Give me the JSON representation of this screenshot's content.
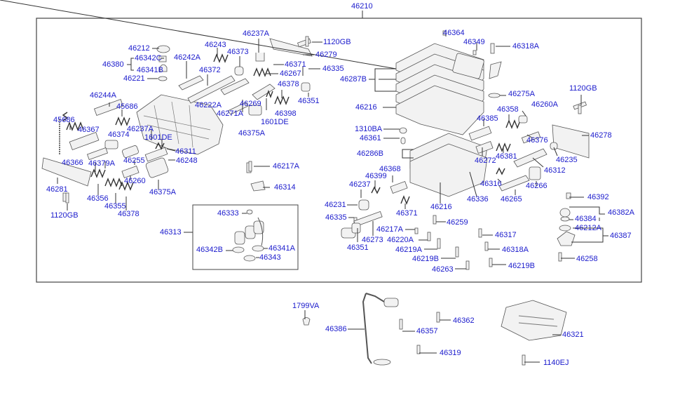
{
  "diagram": {
    "title": "Transmission valve body exploded parts diagram",
    "assembly_label": "46210",
    "colors": {
      "label": "#1a1acc",
      "line": "#333333",
      "frame": "#444444"
    },
    "labels": [
      {
        "id": "46212",
        "text": "46212"
      },
      {
        "id": "46342C",
        "text": "46342C"
      },
      {
        "id": "46380",
        "text": "46380"
      },
      {
        "id": "46341B",
        "text": "46341B"
      },
      {
        "id": "46221",
        "text": "46221"
      },
      {
        "id": "46242A",
        "text": "46242A"
      },
      {
        "id": "46243",
        "text": "46243"
      },
      {
        "id": "46373",
        "text": "46373"
      },
      {
        "id": "46237A-top",
        "text": "46237A"
      },
      {
        "id": "1120GB-top",
        "text": "1120GB"
      },
      {
        "id": "46279",
        "text": "46279"
      },
      {
        "id": "46372",
        "text": "46372"
      },
      {
        "id": "46371-top",
        "text": "46371"
      },
      {
        "id": "46335-top",
        "text": "46335"
      },
      {
        "id": "46267",
        "text": "46267"
      },
      {
        "id": "46378-top",
        "text": "46378"
      },
      {
        "id": "46351-top",
        "text": "46351"
      },
      {
        "id": "46222A",
        "text": "46222A"
      },
      {
        "id": "46269",
        "text": "46269"
      },
      {
        "id": "46271A",
        "text": "46271A"
      },
      {
        "id": "46398",
        "text": "46398"
      },
      {
        "id": "1601DE-top",
        "text": "1601DE"
      },
      {
        "id": "46375A-top",
        "text": "46375A"
      },
      {
        "id": "46244A",
        "text": "46244A"
      },
      {
        "id": "45686-a",
        "text": "45686"
      },
      {
        "id": "45686-b",
        "text": "45686"
      },
      {
        "id": "46367",
        "text": "46367"
      },
      {
        "id": "46374",
        "text": "46374"
      },
      {
        "id": "46237A-left",
        "text": "46237A"
      },
      {
        "id": "1601DE-left",
        "text": "1601DE"
      },
      {
        "id": "46311",
        "text": "46311"
      },
      {
        "id": "46366",
        "text": "46366"
      },
      {
        "id": "46379A",
        "text": "46379A"
      },
      {
        "id": "46255",
        "text": "46255"
      },
      {
        "id": "46248",
        "text": "46248"
      },
      {
        "id": "46281",
        "text": "46281"
      },
      {
        "id": "46260",
        "text": "46260"
      },
      {
        "id": "46356",
        "text": "46356"
      },
      {
        "id": "46355",
        "text": "46355"
      },
      {
        "id": "46378-left",
        "text": "46378"
      },
      {
        "id": "46375A-left",
        "text": "46375A"
      },
      {
        "id": "1120GB-left",
        "text": "1120GB"
      },
      {
        "id": "46217A-mid",
        "text": "46217A"
      },
      {
        "id": "46314",
        "text": "46314"
      },
      {
        "id": "46313",
        "text": "46313"
      },
      {
        "id": "46333",
        "text": "46333"
      },
      {
        "id": "46342B",
        "text": "46342B"
      },
      {
        "id": "46341A",
        "text": "46341A"
      },
      {
        "id": "46343",
        "text": "46343"
      },
      {
        "id": "46364",
        "text": "46364"
      },
      {
        "id": "46349",
        "text": "46349"
      },
      {
        "id": "46318A-top",
        "text": "46318A"
      },
      {
        "id": "46287B",
        "text": "46287B"
      },
      {
        "id": "46275A",
        "text": "46275A"
      },
      {
        "id": "1120GB-right",
        "text": "1120GB"
      },
      {
        "id": "46216-top",
        "text": "46216"
      },
      {
        "id": "46358",
        "text": "46358"
      },
      {
        "id": "46260A",
        "text": "46260A"
      },
      {
        "id": "46385",
        "text": "46385"
      },
      {
        "id": "46278",
        "text": "46278"
      },
      {
        "id": "1310BA",
        "text": "1310BA"
      },
      {
        "id": "46361",
        "text": "46361"
      },
      {
        "id": "46376",
        "text": "46376"
      },
      {
        "id": "46286B",
        "text": "46286B"
      },
      {
        "id": "46272",
        "text": "46272"
      },
      {
        "id": "46381",
        "text": "46381"
      },
      {
        "id": "46235",
        "text": "46235"
      },
      {
        "id": "46312",
        "text": "46312"
      },
      {
        "id": "46368",
        "text": "46368"
      },
      {
        "id": "46399",
        "text": "46399"
      },
      {
        "id": "46316",
        "text": "46316"
      },
      {
        "id": "46266",
        "text": "46266"
      },
      {
        "id": "46237",
        "text": "46237"
      },
      {
        "id": "46336",
        "text": "46336"
      },
      {
        "id": "46265",
        "text": "46265"
      },
      {
        "id": "46392",
        "text": "46392"
      },
      {
        "id": "46231",
        "text": "46231"
      },
      {
        "id": "46216-bottom",
        "text": "46216"
      },
      {
        "id": "46371-bottom",
        "text": "46371"
      },
      {
        "id": "46382A",
        "text": "46382A"
      },
      {
        "id": "46384",
        "text": "46384"
      },
      {
        "id": "46335-bottom",
        "text": "46335"
      },
      {
        "id": "46259",
        "text": "46259"
      },
      {
        "id": "46212A",
        "text": "46212A"
      },
      {
        "id": "46217A-bottom",
        "text": "46217A"
      },
      {
        "id": "46317",
        "text": "46317"
      },
      {
        "id": "46387",
        "text": "46387"
      },
      {
        "id": "46273",
        "text": "46273"
      },
      {
        "id": "46220A",
        "text": "46220A"
      },
      {
        "id": "46351-bottom",
        "text": "46351"
      },
      {
        "id": "46219A",
        "text": "46219A"
      },
      {
        "id": "46318A-bottom",
        "text": "46318A"
      },
      {
        "id": "46258",
        "text": "46258"
      },
      {
        "id": "46219B-a",
        "text": "46219B"
      },
      {
        "id": "46219B-b",
        "text": "46219B"
      },
      {
        "id": "46263",
        "text": "46263"
      },
      {
        "id": "1799VA",
        "text": "1799VA"
      },
      {
        "id": "46362",
        "text": "46362"
      },
      {
        "id": "46386",
        "text": "46386"
      },
      {
        "id": "46357",
        "text": "46357"
      },
      {
        "id": "46321",
        "text": "46321"
      },
      {
        "id": "46319",
        "text": "46319"
      },
      {
        "id": "1140EJ",
        "text": "1140EJ"
      }
    ]
  }
}
